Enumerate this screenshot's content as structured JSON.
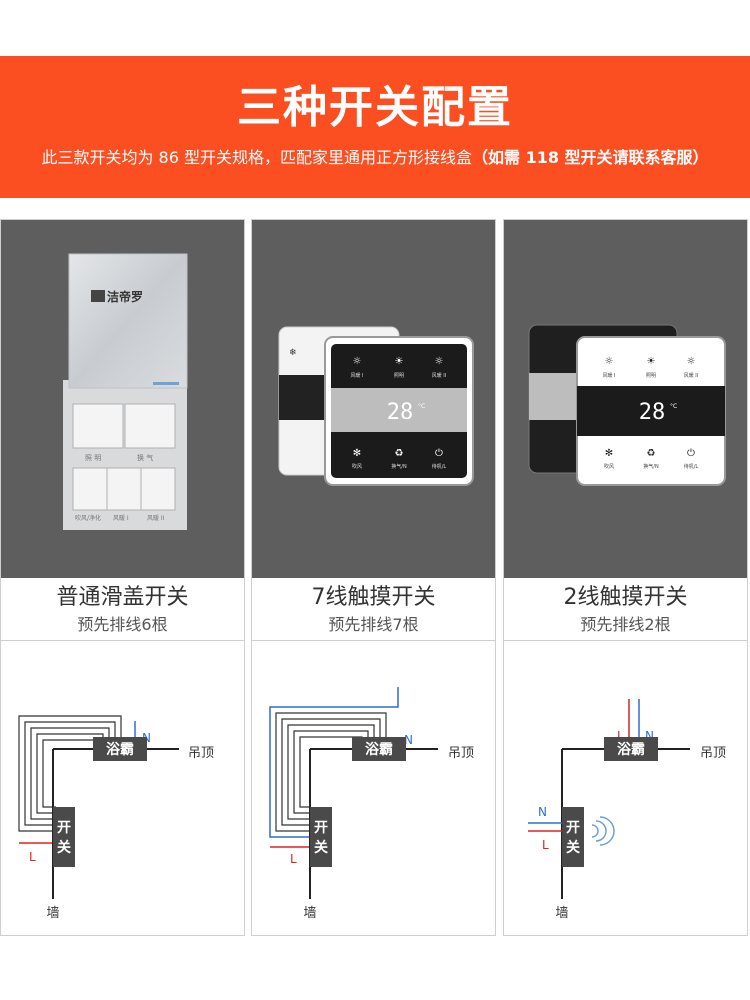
{
  "header": {
    "title": "三种开关配置",
    "subtitle_main": "此三款开关均为 86 型开关规格，匹配家里通用正方形接线盒",
    "subtitle_bold": "（如需 118 型开关请联系客服）"
  },
  "brand_label": "洁帝罗",
  "colors": {
    "banner": "#fb4f22",
    "photo_bg": "#5e5e5e",
    "neutral_wire": "#2e6fd0",
    "live_wire": "#e02020"
  },
  "columns": [
    {
      "name": "普通滑盖开关",
      "wires": "预先排线6根",
      "switch_labels": [
        "照 明",
        "换 气",
        "吹风/净化",
        "风暖 I",
        "风暖 II"
      ],
      "diagram": {
        "heater": "浴霸",
        "ceiling": "吊顶",
        "switch": "开关",
        "switch_c1": "开",
        "switch_c2": "关",
        "wall": "墙",
        "neutral": "N",
        "live": "L"
      }
    },
    {
      "name": "7线触摸开关",
      "wires": "预先排线7根",
      "panel": {
        "temperature": "28",
        "unit": "°C",
        "top_icons": [
          "风暖 I",
          "照明",
          "风暖 II"
        ],
        "bottom_icons": [
          "吹风",
          "换气/N",
          "待机/L"
        ]
      },
      "diagram": {
        "heater": "浴霸",
        "ceiling": "吊顶",
        "switch": "开关",
        "switch_c1": "开",
        "switch_c2": "关",
        "wall": "墙",
        "neutral": "N",
        "live": "L"
      }
    },
    {
      "name": "2线触摸开关",
      "wires": "预先排线2根",
      "panel": {
        "temperature": "28",
        "unit": "°C",
        "top_icons": [
          "风暖 I",
          "照明",
          "风暖 II"
        ],
        "bottom_icons": [
          "吹风",
          "换气/N",
          "待机/L"
        ]
      },
      "diagram": {
        "heater": "浴霸",
        "ceiling": "吊顶",
        "switch": "开关",
        "switch_c1": "开",
        "switch_c2": "关",
        "wall": "墙",
        "neutral": "N",
        "live": "L"
      }
    }
  ]
}
